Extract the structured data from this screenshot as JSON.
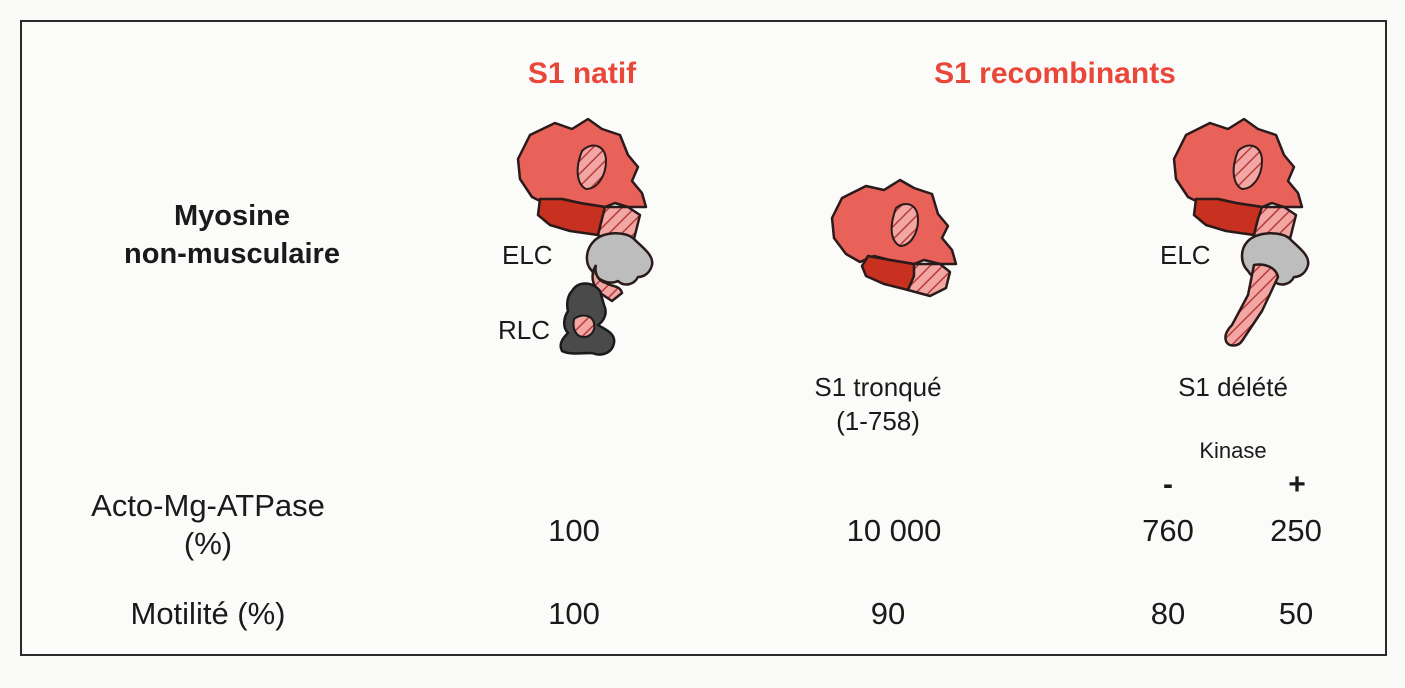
{
  "headers": {
    "native": "S1 natif",
    "recombinant": "S1 recombinants"
  },
  "row_title": {
    "line1": "Myosine",
    "line2": "non-musculaire"
  },
  "structures": {
    "native": {
      "elc_label": "ELC",
      "rlc_label": "RLC"
    },
    "truncated": {
      "caption_line1": "S1 tronqué",
      "caption_line2": "(1-758)"
    },
    "deleted": {
      "elc_label": "ELC",
      "caption": "S1 délété"
    }
  },
  "kinase": {
    "label": "Kinase",
    "minus": "-",
    "plus": "+"
  },
  "rows": {
    "atpase": {
      "label_line1": "Acto-Mg-ATPase",
      "label_line2": "(%)",
      "native": "100",
      "truncated": "10 000",
      "deleted_minus": "760",
      "deleted_plus": "250"
    },
    "motility": {
      "label": "Motilité (%)",
      "native": "100",
      "truncated": "90",
      "deleted_minus": "80",
      "deleted_plus": "50"
    }
  },
  "colors": {
    "header_red": "#e8473a",
    "head_salmon": "#e8625a",
    "head_dark_red": "#c8301f",
    "elc_gray": "#bdbdbd",
    "rlc_dark": "#4a4a4a",
    "hatch_pink": "#f0a0a0"
  }
}
